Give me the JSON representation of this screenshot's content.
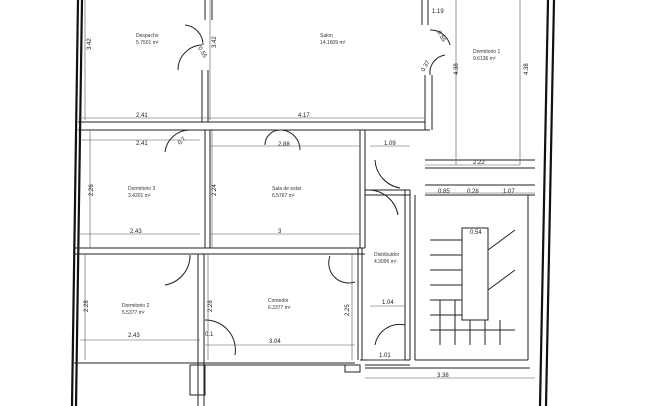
{
  "rooms": {
    "despacho": {
      "name": "Despacho",
      "area": "5.7501 m²"
    },
    "salon": {
      "name": "Salon",
      "area": "14.1609 m²"
    },
    "dorm1": {
      "name": "Dormitorio 1",
      "area": "9.6136 m²"
    },
    "dorm3": {
      "name": "Dormitorio 3",
      "area": "3.4201 m²"
    },
    "sala": {
      "name": "Sala de estar",
      "area": "6.5767 m²"
    },
    "distribuidor": {
      "name": "Distribuidor",
      "area": "4.3096 m²"
    },
    "dorm2": {
      "name": "Dormitorio 2",
      "area": "5.5377 m²"
    },
    "comedor": {
      "name": "Comedor",
      "area": "6.3377 m²"
    }
  },
  "dims": {
    "d342a": "3.42",
    "d342b": "3.42",
    "d055a": "0.55",
    "d055b": "0.55",
    "d037": "0.37",
    "d119": "1.19",
    "d438a": "4.38",
    "d438b": "4.38",
    "d241a": "2.41",
    "d417": "4.17",
    "d241b": "2.41",
    "d07": "0.7",
    "d288": "2.88",
    "d109": "1.09",
    "d222": "2.22",
    "d085": "0.85",
    "d028": "0.28",
    "d107": "1.07",
    "d226": "2.26",
    "d224": "2.24",
    "d243a": "2.43",
    "d3": "3",
    "d054": "0.54",
    "d228a": "2.28",
    "d228b": "2.28",
    "d225": "2.25",
    "d104": "1.04",
    "d243b": "2.43",
    "d304": "3.04",
    "d101": "1.01",
    "d338": "3.38",
    "d01": "0.1"
  }
}
